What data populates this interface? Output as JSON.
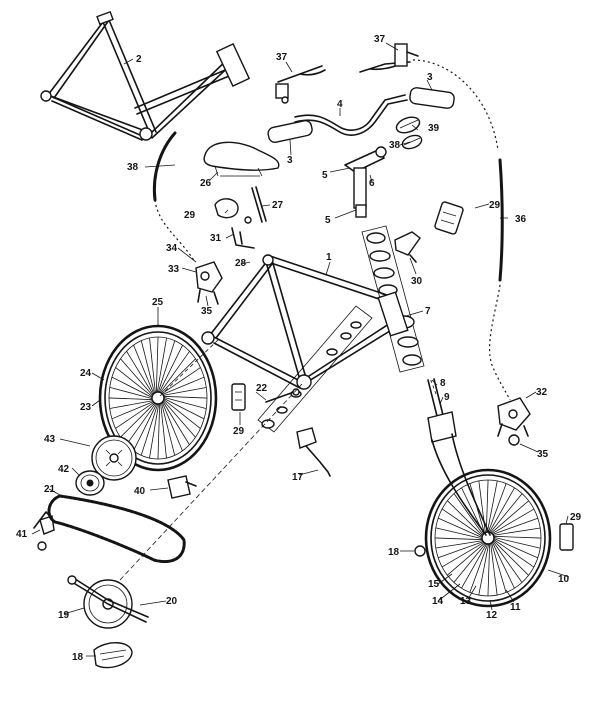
{
  "diagram": {
    "callouts": [
      {
        "id": "c2",
        "text": "2"
      },
      {
        "id": "c37a",
        "text": "37"
      },
      {
        "id": "c37b",
        "text": "37"
      },
      {
        "id": "c3a",
        "text": "3"
      },
      {
        "id": "c3b",
        "text": "3"
      },
      {
        "id": "c4",
        "text": "4"
      },
      {
        "id": "c39",
        "text": "39"
      },
      {
        "id": "c38a",
        "text": "38"
      },
      {
        "id": "c38b",
        "text": "38"
      },
      {
        "id": "c6",
        "text": "6"
      },
      {
        "id": "c5a",
        "text": "5"
      },
      {
        "id": "c5b",
        "text": "5"
      },
      {
        "id": "c26",
        "text": "26"
      },
      {
        "id": "c27",
        "text": "27"
      },
      {
        "id": "c29a",
        "text": "29"
      },
      {
        "id": "c29b",
        "text": "29"
      },
      {
        "id": "c29c",
        "text": "29"
      },
      {
        "id": "c29d",
        "text": "29"
      },
      {
        "id": "c31",
        "text": "31"
      },
      {
        "id": "c36",
        "text": "36"
      },
      {
        "id": "c30",
        "text": "30"
      },
      {
        "id": "c34",
        "text": "34"
      },
      {
        "id": "c33",
        "text": "33"
      },
      {
        "id": "c35a",
        "text": "35"
      },
      {
        "id": "c35b",
        "text": "35"
      },
      {
        "id": "c28",
        "text": "28"
      },
      {
        "id": "c1",
        "text": "1"
      },
      {
        "id": "c7",
        "text": "7"
      },
      {
        "id": "c25",
        "text": "25"
      },
      {
        "id": "c24",
        "text": "24"
      },
      {
        "id": "c23",
        "text": "23"
      },
      {
        "id": "c22",
        "text": "22"
      },
      {
        "id": "c8",
        "text": "8"
      },
      {
        "id": "c9",
        "text": "9"
      },
      {
        "id": "c32",
        "text": "32"
      },
      {
        "id": "c43",
        "text": "43"
      },
      {
        "id": "c42",
        "text": "42"
      },
      {
        "id": "c17",
        "text": "17"
      },
      {
        "id": "c40",
        "text": "40"
      },
      {
        "id": "c21",
        "text": "21"
      },
      {
        "id": "c41",
        "text": "41"
      },
      {
        "id": "c18a",
        "text": "18"
      },
      {
        "id": "c18b",
        "text": "18"
      },
      {
        "id": "c10",
        "text": "10"
      },
      {
        "id": "c15",
        "text": "15"
      },
      {
        "id": "c14",
        "text": "14"
      },
      {
        "id": "c13",
        "text": "13"
      },
      {
        "id": "c12",
        "text": "12"
      },
      {
        "id": "c11",
        "text": "11"
      },
      {
        "id": "c19",
        "text": "19"
      },
      {
        "id": "c20",
        "text": "20"
      }
    ]
  }
}
